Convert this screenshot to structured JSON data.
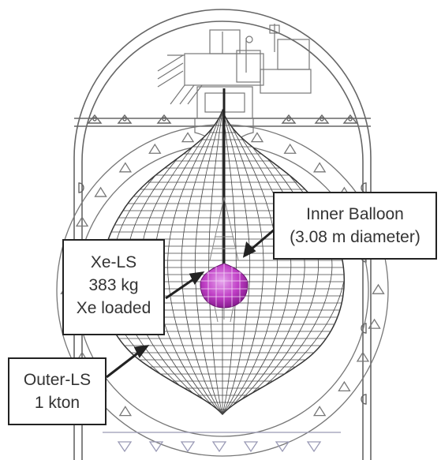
{
  "callouts": {
    "inner_balloon": {
      "line1": "Inner Balloon",
      "line2": "(3.08 m diameter)"
    },
    "xe_ls": {
      "line1": "Xe-LS",
      "line2": "383 kg",
      "line3": "Xe loaded"
    },
    "outer_ls": {
      "line1": "Outer-LS",
      "line2": "1 kton"
    }
  },
  "colors": {
    "line": "#555555",
    "balloon_fill": "#c03fc6",
    "callout_border": "#222222",
    "text": "#333333"
  }
}
